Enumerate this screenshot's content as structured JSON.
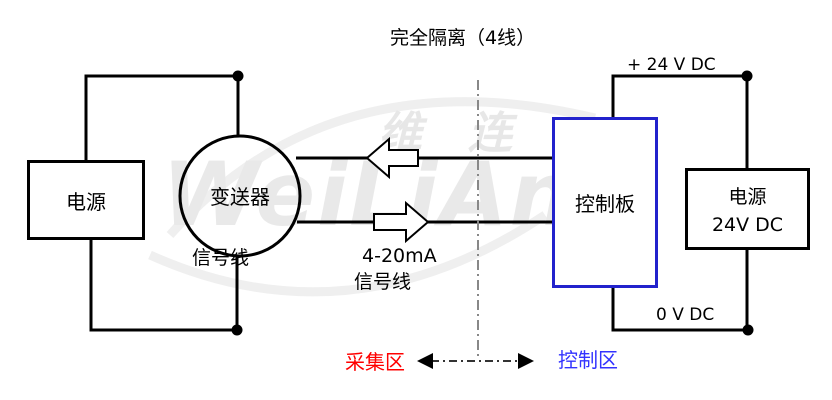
{
  "title": "完全隔离（4线）",
  "watermark": {
    "cn": "维连",
    "en": "WeiLiAn"
  },
  "acquisition_side": {
    "power_box_label": "电源",
    "transmitter_label": "变送器",
    "transmitter_note": "信号线"
  },
  "signal": {
    "current": "4-20mA",
    "line": "信号线"
  },
  "control_side": {
    "board_label": "控制板",
    "power_box_line1": "电源",
    "power_box_line2": "24V DC",
    "plus_rail": "+ 24 V DC",
    "zero_rail": "0 V DC"
  },
  "zones": {
    "left": "采集区",
    "right": "控制区"
  },
  "colors": {
    "wire": "#000000",
    "board_border": "#2222cc",
    "zone_left_text": "#ff0000",
    "zone_right_text": "#3333ff",
    "isolation_dash": "#888888",
    "watermark": "#e9e9e9"
  }
}
